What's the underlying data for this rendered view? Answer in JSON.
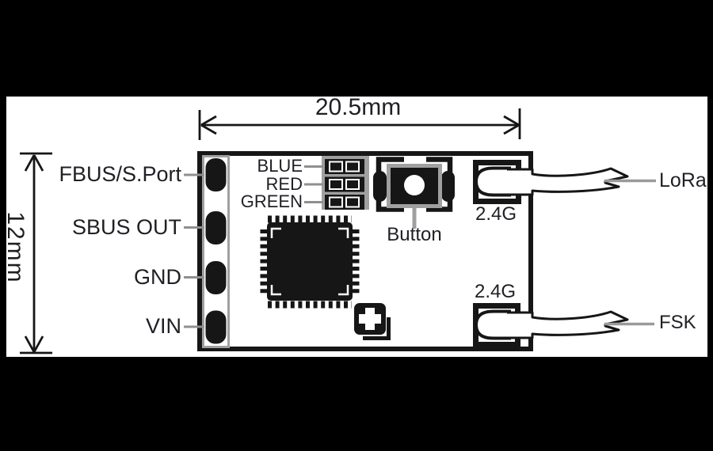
{
  "device": {
    "type": "receiver-module-diagram"
  },
  "dimensions": {
    "width_label": "20.5mm",
    "height_label": "12mm"
  },
  "pins": [
    {
      "label": "FBUS/S.Port"
    },
    {
      "label": "SBUS OUT"
    },
    {
      "label": "GND"
    },
    {
      "label": "VIN"
    }
  ],
  "leds": [
    {
      "label": "BLUE"
    },
    {
      "label": "RED"
    },
    {
      "label": "GREEN"
    }
  ],
  "button": {
    "label": "Button"
  },
  "antennas": [
    {
      "connector_label": "2.4G",
      "wire_label": "LoRa"
    },
    {
      "connector_label": "2.4G",
      "wire_label": "FSK"
    }
  ],
  "colors": {
    "ink": "#161616",
    "component_gray": "#a0a0a0",
    "leader_gray": "#8f8f8f",
    "text": "#1f2024",
    "background": "#ffffff",
    "letterbox": "#000000"
  }
}
